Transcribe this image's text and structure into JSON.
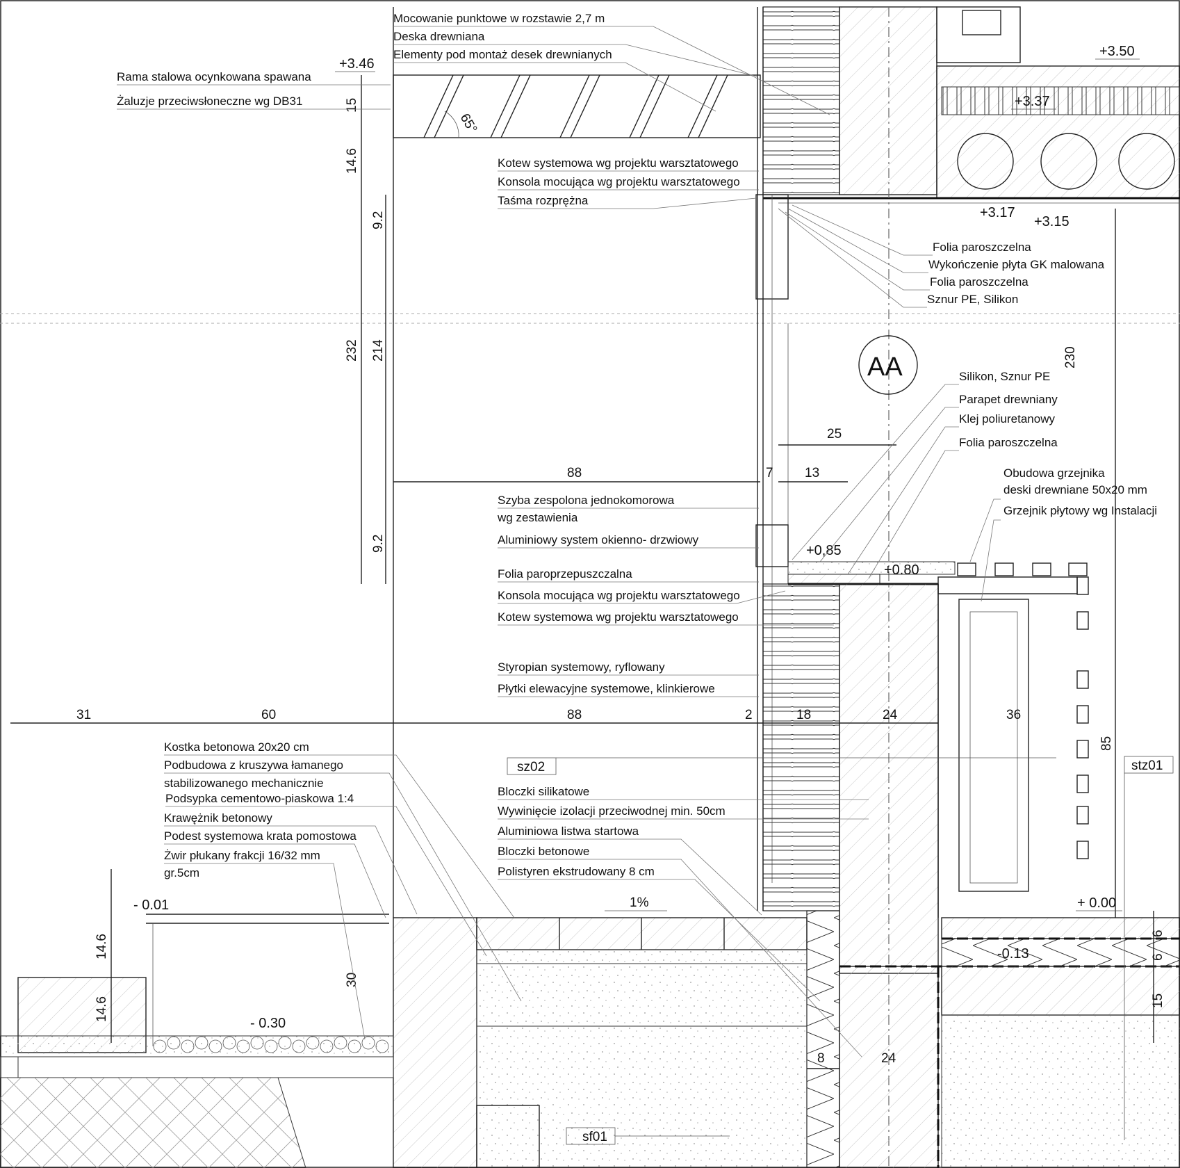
{
  "labels_left": [
    {
      "id": "rama-stalowa",
      "text": "Rama stalowa ocynkowana spawana"
    },
    {
      "id": "zaluzje",
      "text": "Żaluzje przeciwsłoneczne wg DB31"
    }
  ],
  "labels_top": [
    {
      "id": "mocowanie",
      "text": "Mocowanie punktowe w rozstawie 2,7 m"
    },
    {
      "id": "deska",
      "text": "Deska drewniana"
    },
    {
      "id": "elementy",
      "text": "Elementy pod montaż desek drewnianych"
    }
  ],
  "labels_mid_top": [
    {
      "id": "kotew1",
      "text": "Kotew systemowa wg projektu warsztatowego"
    },
    {
      "id": "konsola1",
      "text": "Konsola mocująca wg projektu warsztatowego"
    },
    {
      "id": "tasma",
      "text": "Taśma rozprężna"
    }
  ],
  "labels_right_top": [
    {
      "id": "folia1",
      "text": "Folia paroszczelna"
    },
    {
      "id": "wykonczenie",
      "text": "Wykończenie płyta GK malowana"
    },
    {
      "id": "folia2",
      "text": "Folia paroszczelna"
    },
    {
      "id": "sznur1",
      "text": "Sznur PE, Silikon"
    }
  ],
  "labels_right_mid": [
    {
      "id": "silikon",
      "text": "Silikon, Sznur PE"
    },
    {
      "id": "parapet",
      "text": "Parapet drewniany"
    },
    {
      "id": "klej",
      "text": "Klej poliuretanowy"
    },
    {
      "id": "folia3",
      "text": "Folia paroszczelna"
    }
  ],
  "labels_right_heater": [
    {
      "id": "obudowa",
      "text": "Obudowa grzejnika"
    },
    {
      "id": "deski",
      "text": "deski drewniane 50x20 mm"
    },
    {
      "id": "grzejnik",
      "text": "Grzejnik płytowy wg Instalacji"
    }
  ],
  "labels_mid_window": [
    {
      "id": "szyba",
      "text": "Szyba zespolona jednokomorowa"
    },
    {
      "id": "wg-zest",
      "text": "wg zestawienia"
    },
    {
      "id": "aluminiowy",
      "text": "Aluminiowy system okienno- drzwiowy"
    },
    {
      "id": "folia-paro",
      "text": "Folia paroprzepuszczalna"
    },
    {
      "id": "konsola2",
      "text": "Konsola mocująca wg projektu warsztatowego"
    },
    {
      "id": "kotew2",
      "text": "Kotew systemowa wg projektu warsztatowego"
    },
    {
      "id": "styropian",
      "text": "Styropian systemowy, ryflowany"
    },
    {
      "id": "plytki",
      "text": "Płytki elewacyjne systemowe, klinkierowe"
    }
  ],
  "labels_mid_bottom": [
    {
      "id": "bloczki-sil",
      "text": "Bloczki silikatowe"
    },
    {
      "id": "wywiniecie",
      "text": "Wywinięcie izolacji przeciwodnej min. 50cm"
    },
    {
      "id": "listwa",
      "text": "Aluminiowa listwa startowa"
    },
    {
      "id": "bloczki-bet",
      "text": "Bloczki betonowe"
    },
    {
      "id": "polistyren",
      "text": "Polistyren ekstrudowany 8 cm"
    }
  ],
  "labels_bottom_left": [
    {
      "id": "kostka",
      "text": "Kostka betonowa 20x20 cm"
    },
    {
      "id": "podbudowa",
      "text": "Podbudowa z kruszywa łamanego"
    },
    {
      "id": "stabilizowany",
      "text": "stabilizowanego mechanicznie"
    },
    {
      "id": "podsypka",
      "text": "Podsypka cementowo-piaskowa 1:4"
    },
    {
      "id": "kraweznik",
      "text": "Krawężnik betonowy"
    },
    {
      "id": "podest",
      "text": "Podest systemowa krata pomostowa"
    },
    {
      "id": "zwir",
      "text": "Żwir płukany frakcji 16/32 mm"
    },
    {
      "id": "gr5",
      "text": "gr.5cm"
    }
  ],
  "levels": {
    "l346": "+3.46",
    "l350": "+3.50",
    "l337": "+3.37",
    "l317": "+3.17",
    "l315": "+3.15",
    "l085": "+0,85",
    "l080": "+0.80",
    "l000": "+ 0.00",
    "l013": "-0.13",
    "l001": "- 0.01",
    "l030": "- 0.30"
  },
  "dims": {
    "d15": "15",
    "d146a": "14.6",
    "d92a": "9.2",
    "d232": "232",
    "d214": "214",
    "d92b": "9.2",
    "d25": "25",
    "d88a": "88",
    "d7": "7",
    "d13": "13",
    "d230": "230",
    "d31": "31",
    "d60": "60",
    "d88b": "88",
    "d2": "2",
    "d18": "18",
    "d24a": "24",
    "d36": "36",
    "d85": "85",
    "d146b": "14.6",
    "d146c": "14.6",
    "d30": "30",
    "d8": "8",
    "d24b": "24",
    "d6a": "6",
    "d6b": "6",
    "d15b": "15",
    "angle": "65°",
    "slope": "1%"
  },
  "tags": {
    "section": "AA",
    "sz02": "sz02",
    "stz01": "stz01",
    "sf01": "sf01"
  }
}
